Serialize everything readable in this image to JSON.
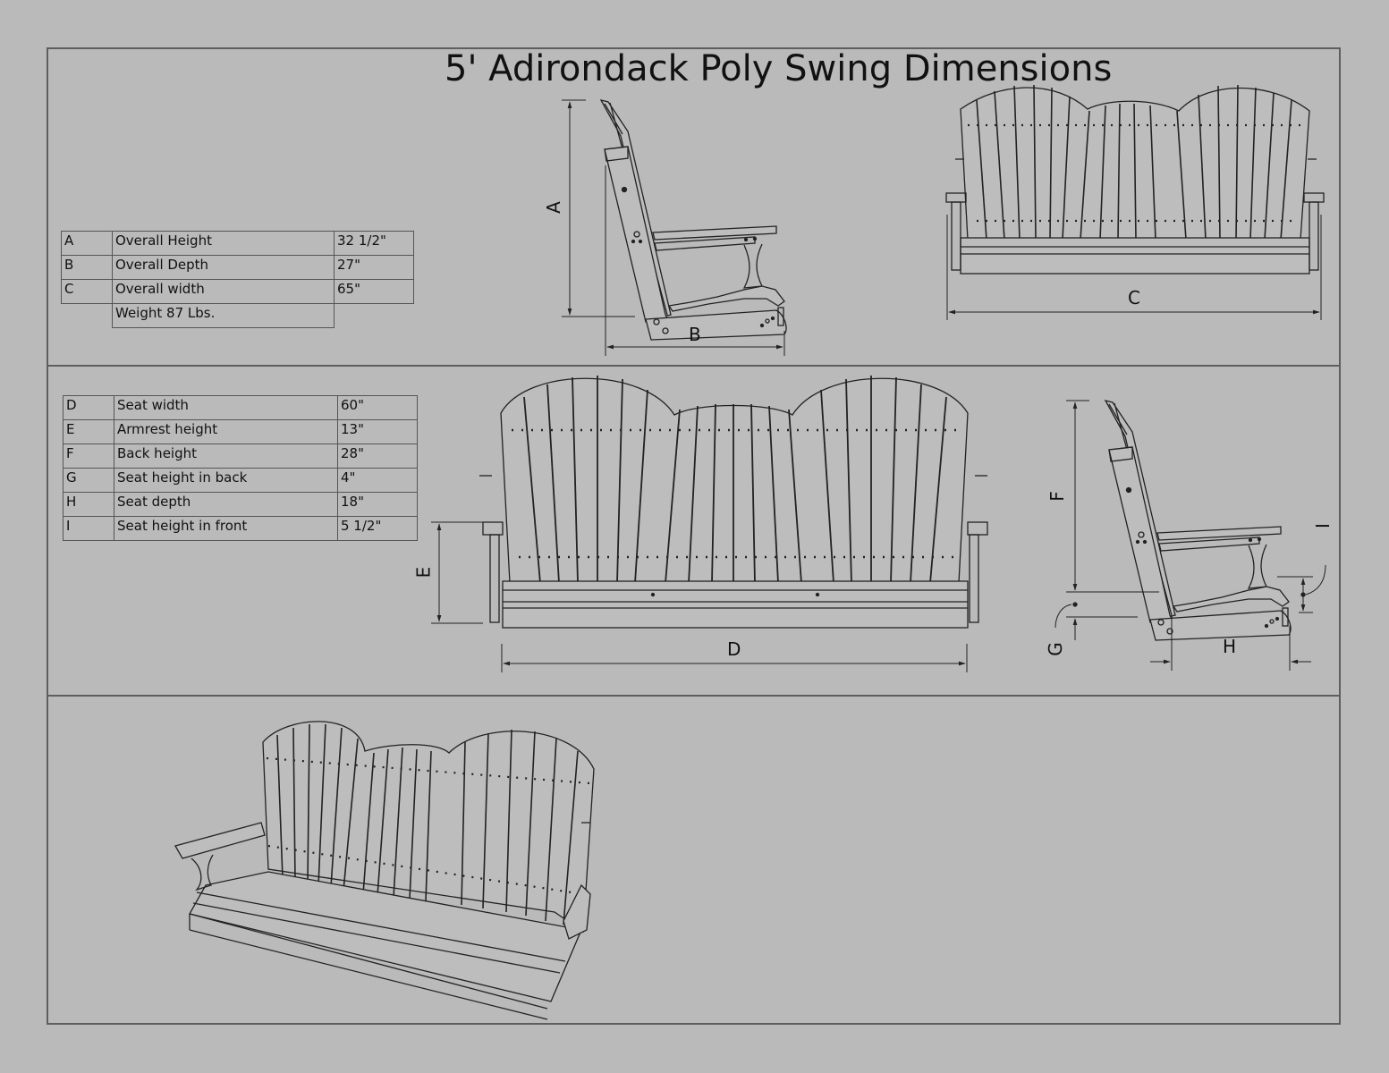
{
  "title": "5' Adirondack Poly Swing Dimensions",
  "overall_table": {
    "rows": [
      {
        "key": "A",
        "label": "Overall Height",
        "value": "32 1/2\""
      },
      {
        "key": "B",
        "label": "Overall Depth",
        "value": "27\""
      },
      {
        "key": "C",
        "label": "Overall width",
        "value": "65\""
      }
    ],
    "weight": "Weight 87 Lbs."
  },
  "detail_table": {
    "rows": [
      {
        "key": "D",
        "label": "Seat width",
        "value": "60\""
      },
      {
        "key": "E",
        "label": "Armrest height",
        "value": "13\""
      },
      {
        "key": "F",
        "label": "Back height",
        "value": "28\""
      },
      {
        "key": "G",
        "label": "Seat height in back",
        "value": "4\""
      },
      {
        "key": "H",
        "label": "Seat depth",
        "value": "18\""
      },
      {
        "key": "I",
        "label": "Seat height in front",
        "value": "5 1/2\""
      }
    ]
  },
  "dimension_labels": {
    "A": "A",
    "B": "B",
    "C": "C",
    "D": "D",
    "E": "E",
    "F": "F",
    "G": "G",
    "H": "H",
    "I": "I"
  },
  "views": {
    "side_view_top": "side-profile",
    "front_view_top": "front-elevation",
    "front_view_middle": "front-elevation-large",
    "side_view_middle": "side-profile-detail",
    "iso_view": "perspective"
  }
}
